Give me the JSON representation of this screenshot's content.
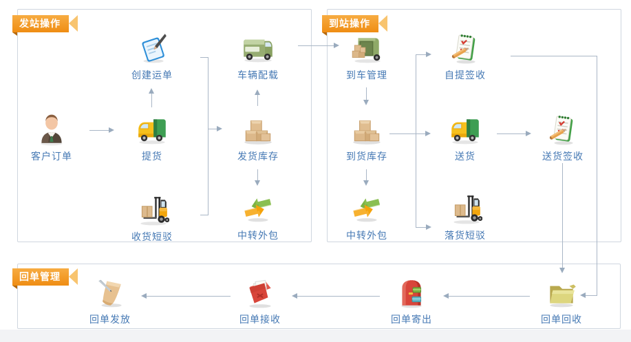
{
  "colors": {
    "badge_orange": "#f39c1f",
    "badge_tail": "#f8c46f",
    "badge_fold": "#b5690e",
    "label_blue": "#4679b4",
    "connector_gray_blue": "#a9b6c6",
    "box_border": "#cfd6df"
  },
  "sections": [
    {
      "badge": "发站操作",
      "nodes": [
        {
          "id": "customer-order",
          "label": "客户订单",
          "icon": "person"
        },
        {
          "id": "create-waybill",
          "label": "创建运单",
          "icon": "notepad-pen"
        },
        {
          "id": "pickup",
          "label": "提货",
          "icon": "yellow-truck"
        },
        {
          "id": "receive-drayage",
          "label": "收货短驳",
          "icon": "forklift"
        },
        {
          "id": "vehicle-loading",
          "label": "车辆配载",
          "icon": "green-van"
        },
        {
          "id": "shipping-inventory",
          "label": "发货库存",
          "icon": "boxes"
        },
        {
          "id": "transfer-outsourcing",
          "label": "中转外包",
          "icon": "swap-arrows"
        }
      ]
    },
    {
      "badge": "到站操作",
      "nodes": [
        {
          "id": "arrival-vehicle",
          "label": "到车管理",
          "icon": "green-truck-boxes"
        },
        {
          "id": "self-pickup-sign",
          "label": "自提签收",
          "icon": "notepad-check"
        },
        {
          "id": "arrival-inventory",
          "label": "到货库存",
          "icon": "boxes"
        },
        {
          "id": "delivery",
          "label": "送货",
          "icon": "yellow-truck"
        },
        {
          "id": "transfer-outsourcing-2",
          "label": "中转外包",
          "icon": "swap-arrows"
        },
        {
          "id": "unload-drayage",
          "label": "落货短驳",
          "icon": "forklift"
        },
        {
          "id": "delivery-sign",
          "label": "送货签收",
          "icon": "notepad-check"
        }
      ]
    },
    {
      "badge": "回单管理",
      "nodes": [
        {
          "id": "receipt-issue",
          "label": "回单发放",
          "icon": "paper-pen"
        },
        {
          "id": "receipt-receive",
          "label": "回单接收",
          "icon": "red-open-box"
        },
        {
          "id": "receipt-mail",
          "label": "回单寄出",
          "icon": "red-mailbox"
        },
        {
          "id": "receipt-recycle",
          "label": "回单回收",
          "icon": "yellow-folder"
        }
      ]
    }
  ]
}
